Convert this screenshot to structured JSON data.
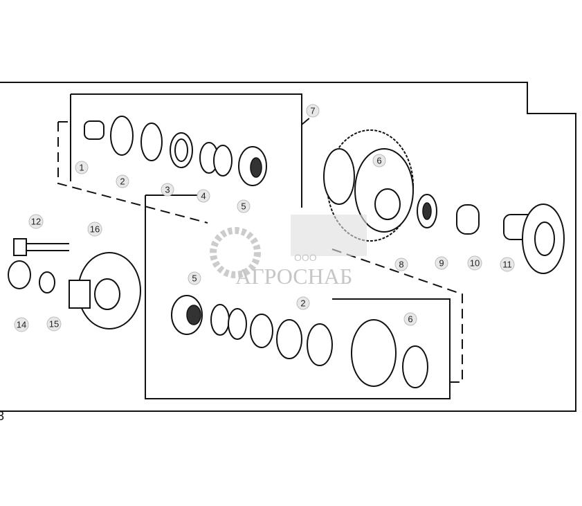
{
  "diagram": {
    "callouts": [
      "1",
      "2",
      "3",
      "4",
      "5",
      "7",
      "6",
      "8",
      "9",
      "10",
      "11",
      "12",
      "16",
      "14",
      "15",
      "5",
      "2",
      "6"
    ],
    "figure_fragment": "3",
    "watermark": {
      "prefix": "ООО",
      "name": "АГРОСНАБ"
    }
  }
}
